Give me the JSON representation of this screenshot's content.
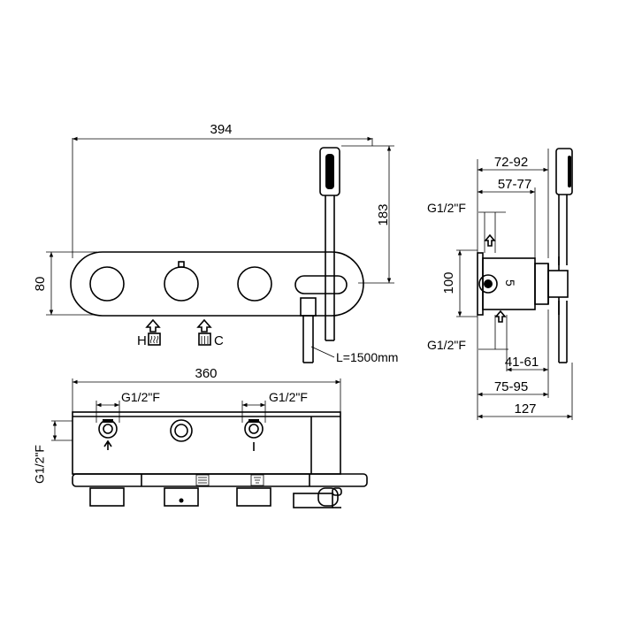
{
  "front_view": {
    "width_label": "394",
    "height_label": "183",
    "panel_height_label": "80",
    "hot_label": "H",
    "cold_label": "C",
    "hose_label": "L=1500mm"
  },
  "top_view": {
    "width_label": "360",
    "inlet_left_label": "G1/2\"F",
    "inlet_right_label": "G1/2\"F",
    "outlet_label": "G1/2\"F"
  },
  "side_view": {
    "dim_72_92": "72-92",
    "dim_57_77": "57-77",
    "inlet_top_label": "G1/2\"F",
    "height_label": "100",
    "inlet_bottom_label": "G1/2\"F",
    "dim_41_61": "41-61",
    "dim_75_95": "75-95",
    "depth_label": "127",
    "knob_mark": "5"
  }
}
